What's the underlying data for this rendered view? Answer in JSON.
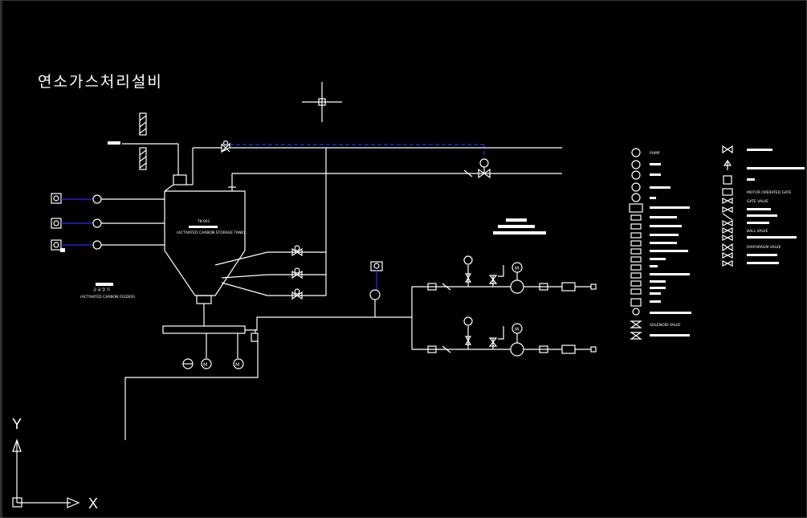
{
  "drawing": {
    "title": "연소가스처리설비",
    "tank_tag": "TK-001",
    "tank_label": "(ACTIVATED CARBON STORAGE TANK)",
    "feeder_label": "(ACTIVATED CARBON FEEDER)",
    "feeder_tag": "공 급 장 치",
    "colors": {
      "background": "#000000",
      "line": "#ffffff",
      "signal": "#2a2aff"
    }
  },
  "legend": {
    "left_labels": [
      "PUMP",
      "SOLENOID VALVE"
    ],
    "right_labels": [
      "MOTOR OPERATED GATE",
      "GATE VALVE",
      "BALL VALVE",
      "DIAPHRAGM VALVE"
    ]
  },
  "axes": {
    "x_label": "X",
    "y_label": "Y"
  },
  "instruments": {
    "motor_symbol": "M"
  }
}
